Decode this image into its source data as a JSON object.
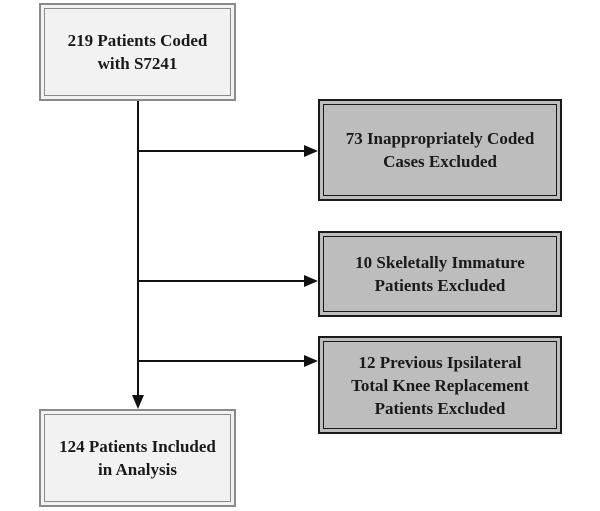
{
  "flowchart": {
    "start": {
      "line1": "219 Patients Coded",
      "line2": "with S7241"
    },
    "exclusions": [
      {
        "lines": [
          "73 Inappropriately Coded",
          "Cases Excluded"
        ]
      },
      {
        "lines": [
          "10 Skeletally Immature",
          "Patients Excluded"
        ]
      },
      {
        "lines": [
          "12 Previous Ipsilateral",
          "Total Knee Replacement",
          "Patients Excluded"
        ]
      }
    ],
    "result": {
      "line1": "124 Patients Included",
      "line2": "in Analysis"
    }
  },
  "colors": {
    "light_fill": "#f2f2f2",
    "light_border": "#8a8a8a",
    "dark_fill": "#bdbdbd",
    "dark_border": "#1a1a1a",
    "connector": "#111111"
  }
}
